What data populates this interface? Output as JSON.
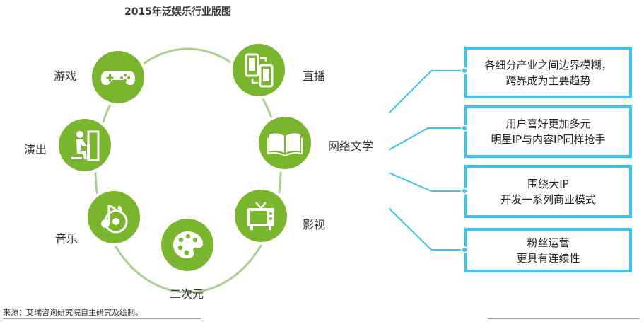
{
  "title": "2015年泛娱乐行业版图",
  "nodes": [
    {
      "label": "游戏",
      "icon": "gamepad-icon"
    },
    {
      "label": "直播",
      "icon": "phones-icon"
    },
    {
      "label": "演出",
      "icon": "piano-player-icon"
    },
    {
      "label": "网络文学",
      "icon": "book-icon"
    },
    {
      "label": "音乐",
      "icon": "music-disc-icon"
    },
    {
      "label": "影视",
      "icon": "tv-icon"
    },
    {
      "label": "二次元",
      "icon": "palette-icon"
    }
  ],
  "boxes": [
    {
      "lines": [
        "各细分产业之间边界模糊，",
        "跨界成为主要趋势"
      ]
    },
    {
      "lines": [
        "用户喜好更加多元",
        "明星IP与内容IP同样抢手"
      ]
    },
    {
      "lines": [
        "围绕大IP",
        "开发一系列商业模式"
      ]
    },
    {
      "lines": [
        "粉丝运营",
        "更具有连续性"
      ]
    }
  ],
  "source": "来源：艾瑞咨询研究院自主研究及绘制。",
  "colors": {
    "node_green": "#7ab52e",
    "ring": "#a9d08e",
    "accent_blue": "#3cc4ee"
  }
}
